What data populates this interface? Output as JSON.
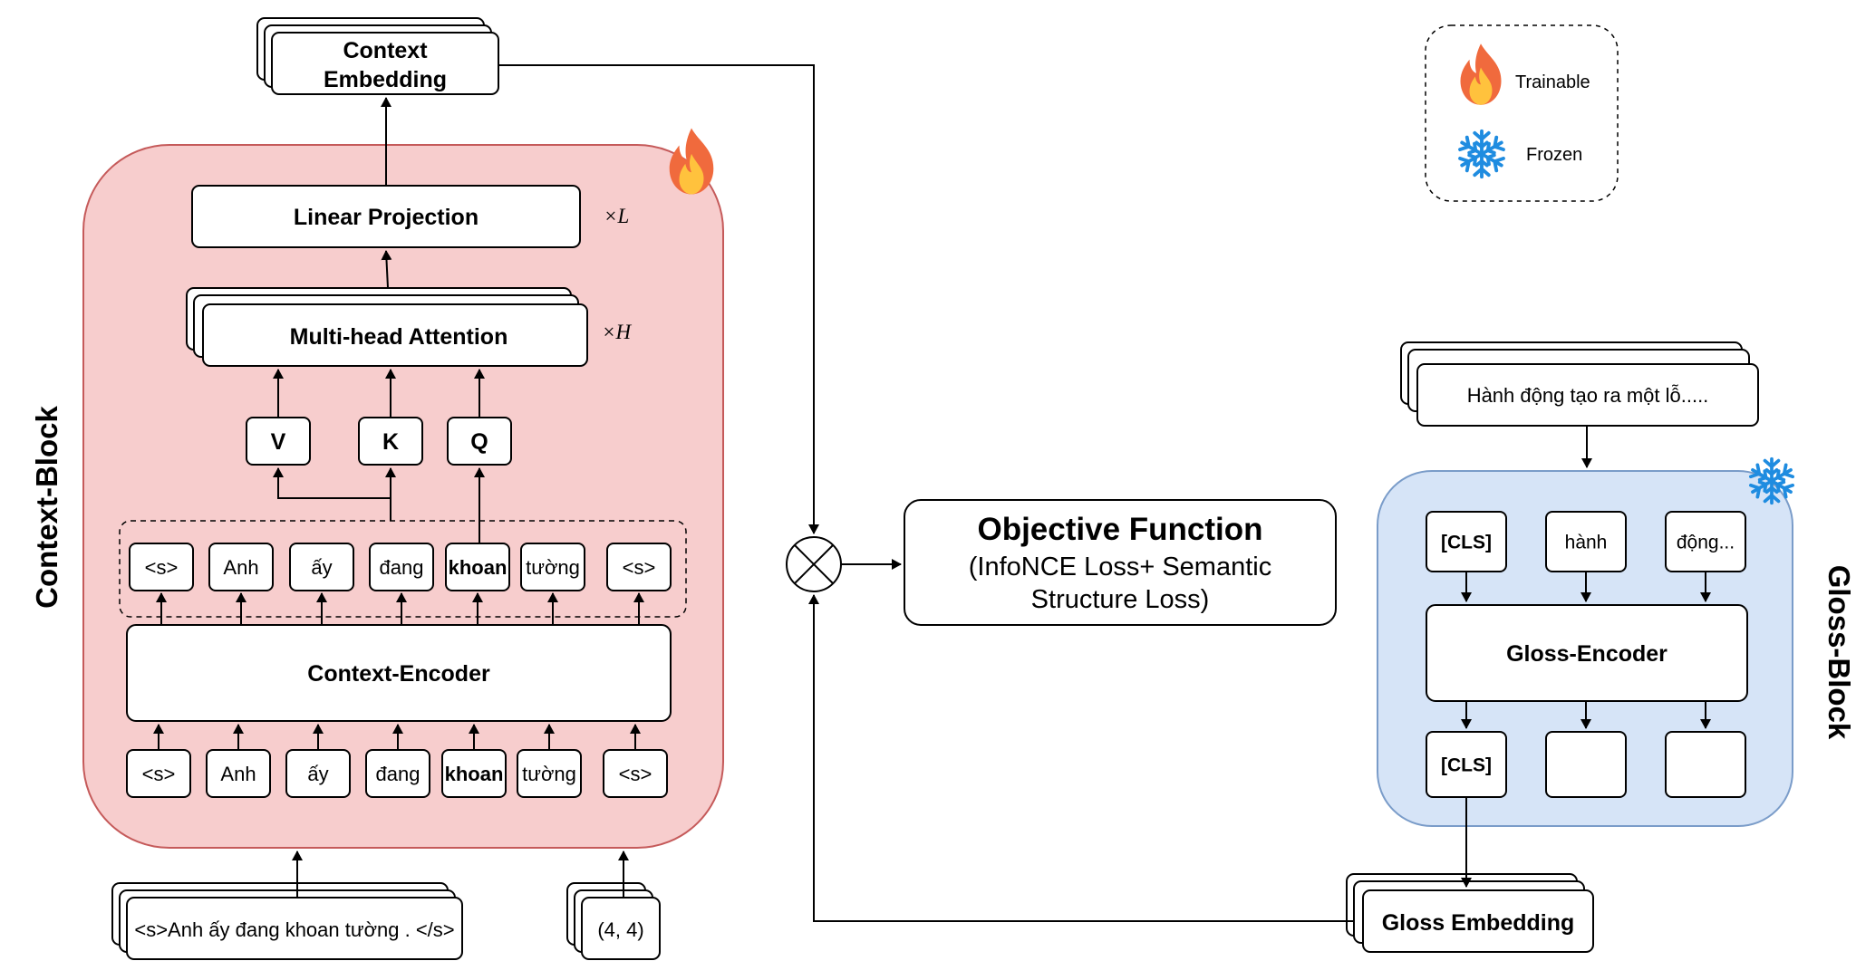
{
  "colors": {
    "context_block_fill": "#f7cdcd",
    "context_block_stroke": "#c55a5a",
    "gloss_block_fill": "#d6e4f7",
    "gloss_block_stroke": "#7a9cc9",
    "flame": "#f06a3d",
    "snowflake": "#1f8ce0"
  },
  "labels": {
    "context_embedding": [
      "Context",
      "Embedding"
    ],
    "linear_projection": "Linear Projection",
    "linear_repeat": "×L",
    "multihead_attention": "Multi-head Attention",
    "attention_repeat": "×H",
    "v": "V",
    "k": "K",
    "q": "Q",
    "context_encoder": "Context-Encoder",
    "context_block": "Context-Block",
    "sentence_input": "<s>Anh ấy đang khoan tường . </s>",
    "span_input": "(4, 4)",
    "objective_title": "Objective Function",
    "objective_subtitle": [
      "(InfoNCE Loss+ Semantic",
      "Structure Loss)"
    ],
    "gloss_text": "Hành động tạo ra một lỗ.....",
    "gloss_encoder": "Gloss-Encoder",
    "gloss_block": "Gloss-Block",
    "gloss_embedding": "Gloss Embedding"
  },
  "context_tokens_output": [
    "<s>",
    "Anh",
    "ấy",
    "đang",
    "khoan",
    "tường",
    "<s>"
  ],
  "context_tokens_input": [
    "<s>",
    "Anh",
    "ấy",
    "đang",
    "khoan",
    "tường",
    "<s>"
  ],
  "gloss_tokens_input": [
    "[CLS]",
    "hành",
    "động..."
  ],
  "gloss_tokens_output": [
    "[CLS]",
    "",
    ""
  ],
  "legend": {
    "trainable": "Trainable",
    "frozen": "Frozen",
    "flame_icon": "flame-icon",
    "snowflake_icon": "snowflake-icon"
  }
}
